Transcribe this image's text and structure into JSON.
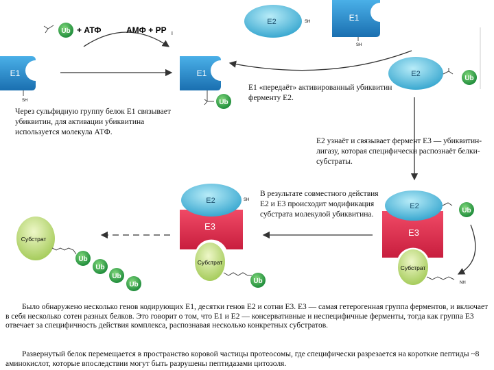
{
  "step1": {
    "e1_label": "E1",
    "ub_label": "Ub",
    "reagents": "+ АТФ",
    "products": "АМФ + PP",
    "products_sub": "i",
    "sh": "SH",
    "caption": "Через сульфидную группу белок Е1 связывает убиквитин, для активации убиквитина используется молекула АТФ."
  },
  "step2": {
    "e2_label": "E2",
    "e1_label": "E1",
    "sh": "SH",
    "caption": "Е1 «передаёт» активированный убиквитин ферменту Е2."
  },
  "step3": {
    "e2_label": "E2",
    "caption": "Е2 узнаёт и связывает фермент Е3 — убиквитин-лигазу, которая специфически распознаёт белки-субстраты."
  },
  "step4": {
    "e2_label": "E2",
    "e3_label": "E3",
    "substrate_label": "Субстрат",
    "nh2": "NH",
    "caption": "В результате совместного действия Е2 и Е3 происходит модификация субстрата молекулой убиквитина."
  },
  "step5": {
    "e2_label": "E2",
    "e3_label": "E3",
    "substrate_label": "Субстрат",
    "sh": "SH"
  },
  "step6": {
    "substrate_label": "Субстрат",
    "ub_chain": [
      "Ub",
      "Ub",
      "Ub",
      "Ub"
    ]
  },
  "paragraphs": [
    "Было обнаружено несколько генов кодирующих Е1, десятки генов Е2 и сотни Е3. Е3 — самая гетерогенная группа ферментов, и включает в себя несколько сотен разных белков. Это говорит о том, что Е1 и Е2 — консервативные и неспецифичные ферменты, тогда как группа Е3 отвечает за специфичность действия комплекса, распознавая несколько конкретных субстратов.",
    "Развернутый белок перемещается в пространство коровой частицы протеосомы, где специфически разрезается на короткие пептиды ~8 аминокислот, которые впоследствии могут быть разрушены пептидазами цитозоля."
  ],
  "colors": {
    "e1": "#2c8fd0",
    "e2": "#5fc2e0",
    "e3": "#e0284a",
    "ub": "#2aa24a",
    "substrate": "#c6e08a"
  }
}
